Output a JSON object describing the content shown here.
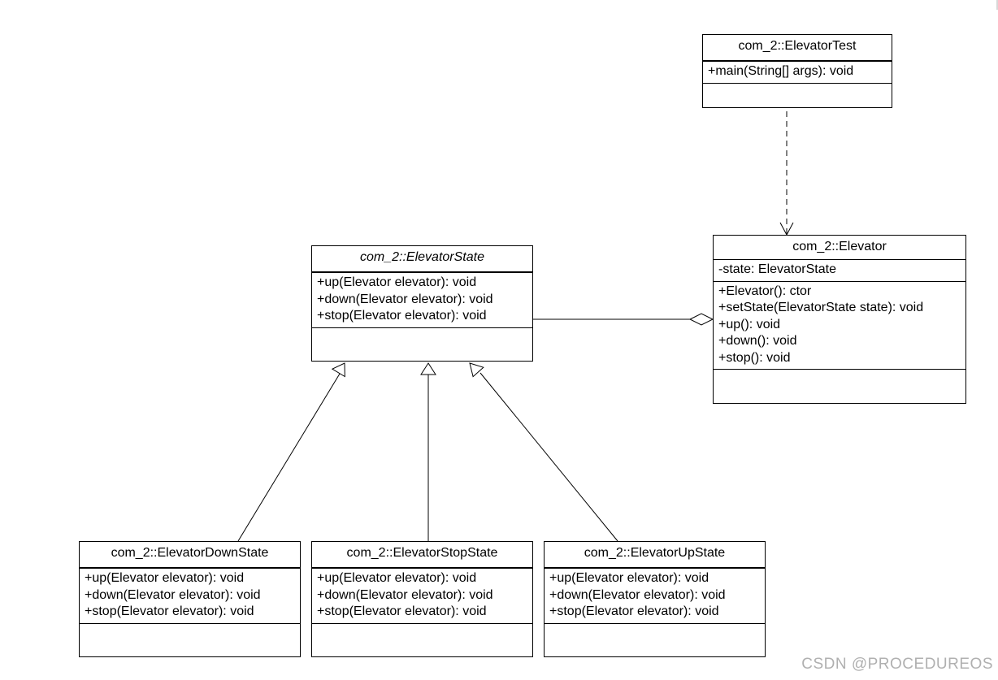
{
  "classes": {
    "elevator_test": {
      "name": "com_2::ElevatorTest",
      "attributes": [],
      "operations": [
        "+main(String[] args): void"
      ]
    },
    "elevator": {
      "name": "com_2::Elevator",
      "attributes": [
        "-state: ElevatorState"
      ],
      "operations": [
        "+Elevator(): ctor",
        "+setState(ElevatorState state): void",
        "+up(): void",
        "+down(): void",
        "+stop(): void"
      ]
    },
    "elevator_state": {
      "name": "com_2::ElevatorState",
      "operations": [
        "+up(Elevator elevator): void",
        "+down(Elevator elevator): void",
        "+stop(Elevator elevator): void"
      ]
    },
    "down_state": {
      "name": "com_2::ElevatorDownState",
      "operations": [
        "+up(Elevator elevator): void",
        "+down(Elevator elevator): void",
        "+stop(Elevator elevator): void"
      ]
    },
    "stop_state": {
      "name": "com_2::ElevatorStopState",
      "operations": [
        "+up(Elevator elevator): void",
        "+down(Elevator elevator): void",
        "+stop(Elevator elevator): void"
      ]
    },
    "up_state": {
      "name": "com_2::ElevatorUpState",
      "operations": [
        "+up(Elevator elevator): void",
        "+down(Elevator elevator): void",
        "+stop(Elevator elevator): void"
      ]
    }
  },
  "relations": [
    {
      "type": "dependency",
      "from": "elevator_test",
      "to": "elevator"
    },
    {
      "type": "aggregation",
      "from": "elevator",
      "to": "elevator_state"
    },
    {
      "type": "generalization",
      "from": "down_state",
      "to": "elevator_state"
    },
    {
      "type": "generalization",
      "from": "stop_state",
      "to": "elevator_state"
    },
    {
      "type": "generalization",
      "from": "up_state",
      "to": "elevator_state"
    }
  ],
  "watermark": "CSDN @PROCEDUREOS",
  "colors": {
    "line": "#000000",
    "background": "#ffffff",
    "watermark": "#b0b0b0"
  }
}
